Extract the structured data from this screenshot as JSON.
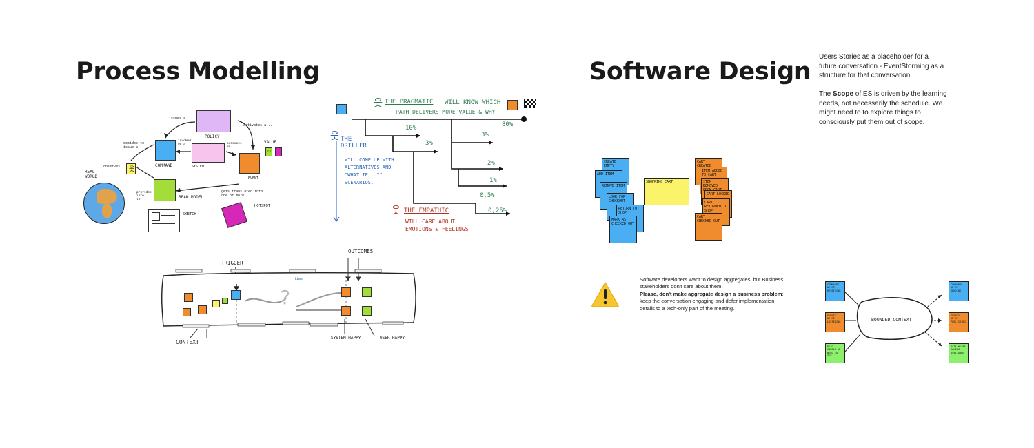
{
  "process": {
    "title": "Process Modelling",
    "cycle": {
      "issues": "issues a...",
      "policy": "POLICY",
      "activates": "activates a...",
      "decides": "decides to issue a...",
      "invoked": "invoked on a",
      "produces": "produces an",
      "command": "COMMAND",
      "system": "SYSTEM",
      "event": "EVENT",
      "value": "VALUE",
      "observes": "observes",
      "real_world": "REAL WORLD",
      "read_model": "READ MODEL",
      "translated": "gets translated into one or more...",
      "provides": "provides info to...",
      "hotspot": "HOTSPOT",
      "sketch": "SKETCH"
    },
    "paths": {
      "pragmatic_title": "THE PRAGMATIC",
      "pragmatic_text1": "WILL KNOW WHICH",
      "pragmatic_text2": "PATH DELIVERS MORE VALUE & WHY",
      "driller_title": "THE DRILLER",
      "driller_text": [
        "WILL COME UP WITH",
        "ALTERNATIVES AND",
        "\"WHAT IF...?\"",
        "SCENARIOS."
      ],
      "empathic_title": "THE EMPATHIC",
      "empathic_text1": "WILL CARE ABOUT",
      "empathic_text2": "EMOTIONS & FEELINGS",
      "percents": [
        "10%",
        "3%",
        "80%",
        "3%",
        "2%",
        "1%",
        "0,5%",
        "0,25%"
      ]
    },
    "timeline": {
      "trigger": "TRIGGER",
      "outcomes": "OUTCOMES",
      "context": "CONTEXT",
      "system_happy": "SYSTEM HAPPY",
      "user_happy": "USER HAPPY",
      "time": "time"
    }
  },
  "software": {
    "title": "Software Design",
    "intro_line1": "Users Stories as a placeholder for a",
    "intro_line2": "future conversation - EventStorming as a",
    "intro_line3": "structure for that conversation.",
    "scope_pre": "The ",
    "scope_bold": "Scope",
    "scope_line1_rest": " of ES is driven by the learning",
    "scope_line2": "needs, not necessarily the schedule. We",
    "scope_line3": "might need to to explore things to",
    "scope_line4": "consciously put them out of scope.",
    "commands": [
      "CREATE EMPTY",
      "ADD ITEM",
      "REMOVE ITEM",
      "LOOK FOR CHECKOUT",
      "RETURN TO SHOP",
      "MARK AS CHECKED OUT"
    ],
    "aggregate": "SHOPPING CART",
    "events": [
      "CART CREATED",
      "ITEM ADDED TO CART",
      "ITEM REMOVED FROM CART",
      "CART LOCKED",
      "CART RETURNED TO SHOP",
      "CART CHECKED OUT"
    ],
    "warning_line1": "Software developers want to design aggregates, but Business",
    "warning_line2": "stakeholders don't  care about them.",
    "warning_bold": "Please, don't make aggregate design a business problem",
    "warning_colon": ":",
    "warning_line4": "keep the conversation engaging and defer implementation",
    "warning_line5": "details to a tech-only part of the meeting.",
    "bounded_context": "BOUNDED CONTEXT",
    "bc_left": [
      "COMMANDS WE'RE RECEIVING",
      "EVENTS WE'RE LISTENING",
      "READ MODELS WE NEED TO SEE"
    ],
    "bc_right": [
      "COMMANDS WE'RE SENDING",
      "EVENTS WE'RE PUBLISHING",
      "DATA WE'RE MAKING AVAILABLE"
    ]
  },
  "colors": {
    "command": "#4aaef2",
    "event": "#f08c2e",
    "policy": "#e0b7f6",
    "read_model": "#a3dd3a",
    "hotspot": "#d628b8",
    "aggregate": "#fbf46a",
    "pragmatic": "#2e7d4f",
    "driller": "#2a63b8",
    "empathic": "#b0301f"
  },
  "icons": [
    "globe-icon",
    "stick-figure-icon",
    "checkered-flag-icon",
    "warning-icon",
    "smiley-icon",
    "sketch-icon"
  ]
}
